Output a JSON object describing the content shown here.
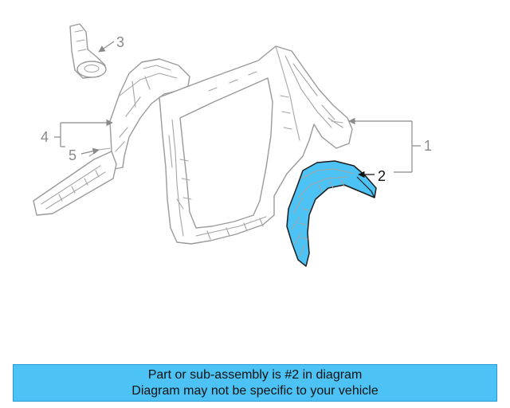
{
  "diagram": {
    "highlight_color": "#4cc3f4",
    "callouts": [
      {
        "id": "1",
        "label": "1"
      },
      {
        "id": "2",
        "label": "2",
        "highlighted": true
      },
      {
        "id": "3",
        "label": "3"
      },
      {
        "id": "4",
        "label": "4"
      },
      {
        "id": "5",
        "label": "5"
      }
    ]
  },
  "banner": {
    "line1": "Part or sub-assembly is #2 in diagram",
    "line2": "Diagram may not be specific to your vehicle",
    "background": "#4cc3f4"
  }
}
